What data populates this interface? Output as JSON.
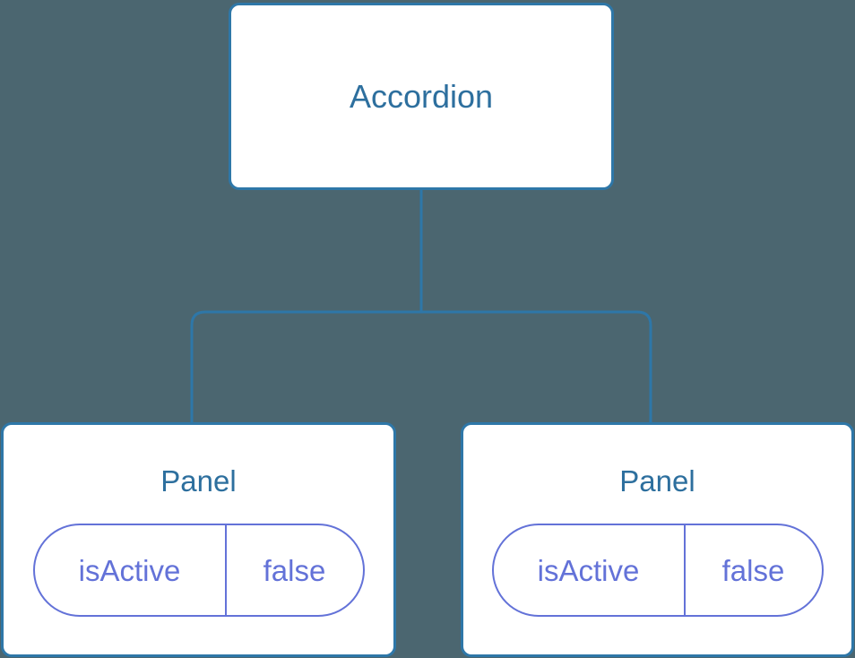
{
  "diagram": {
    "type": "component-tree",
    "background_color": "#4b6670",
    "node_border_color": "#2e77a8",
    "node_fill_color": "#ffffff",
    "node_title_color": "#2d6f9e",
    "prop_color": "#6372d8",
    "edge_color": "#2e77a8",
    "root": {
      "title": "Accordion"
    },
    "children": [
      {
        "title": "Panel",
        "props": [
          {
            "key": "isActive",
            "value": "false"
          }
        ]
      },
      {
        "title": "Panel",
        "props": [
          {
            "key": "isActive",
            "value": "false"
          }
        ]
      }
    ]
  }
}
